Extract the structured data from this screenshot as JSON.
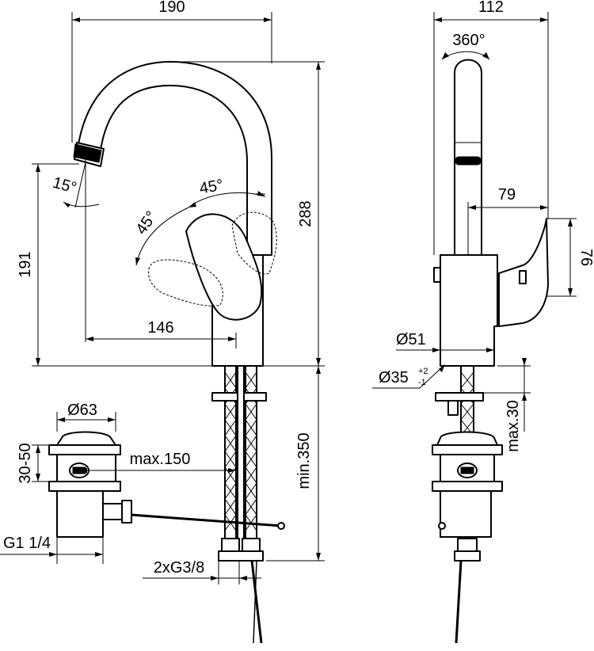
{
  "dimensions": {
    "width_front": "190",
    "width_side": "112",
    "rotation": "360°",
    "spout_angle": "15°",
    "lever_angle_back": "45°",
    "lever_angle_front": "45°",
    "spout_height": "191",
    "total_height": "288",
    "spout_reach": "146",
    "lever_reach": "79",
    "lever_height": "76",
    "body_diameter": "Ø51",
    "hole_diameter": "Ø35",
    "hole_tol_upper": "+2",
    "hole_tol_lower": "-1",
    "deck_thickness": "max.30",
    "waste_diameter": "Ø63",
    "waste_range": "30-50",
    "rod_length": "max.150",
    "hose_length": "min.350",
    "waste_thread": "G1 1/4",
    "hose_thread": "2xG3/8"
  }
}
